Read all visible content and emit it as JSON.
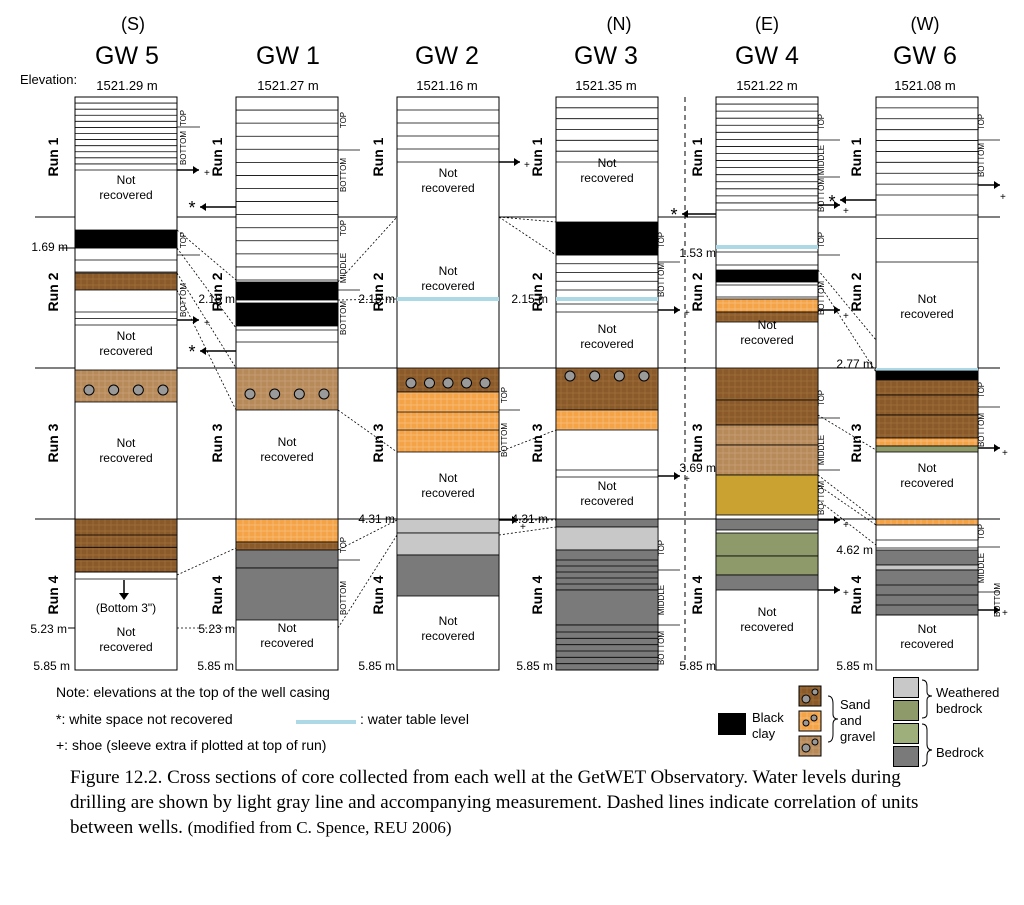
{
  "elevation_label": "Elevation:",
  "wells": [
    {
      "id": "gw5",
      "direction": "(S)",
      "name": "GW 5",
      "elevation": "1521.29 m",
      "bottom": "5.85 m"
    },
    {
      "id": "gw1",
      "direction": "",
      "name": "GW 1",
      "elevation": "1521.27 m",
      "bottom": "5.85 m"
    },
    {
      "id": "gw2",
      "direction": "",
      "name": "GW 2",
      "elevation": "1521.16 m",
      "bottom": "5.85 m"
    },
    {
      "id": "gw3",
      "direction": "(N)",
      "name": "GW 3",
      "elevation": "1521.35 m",
      "bottom": "5.85 m"
    },
    {
      "id": "gw4",
      "direction": "(E)",
      "name": "GW 4",
      "elevation": "1521.22 m",
      "bottom": "5.85 m"
    },
    {
      "id": "gw6",
      "direction": "(W)",
      "name": "GW 6",
      "elevation": "1521.08 m",
      "bottom": "5.85 m"
    }
  ],
  "runs": [
    "Run 1",
    "Run 2",
    "Run 3",
    "Run 4"
  ],
  "segment_labels": {
    "top": "TOP",
    "middle": "MIDDLE",
    "bottom": "BOTTOM"
  },
  "not_recovered": [
    "Not",
    "recovered"
  ],
  "depth_marks": {
    "gw5_a": "1.69 m",
    "gw5_b": "2.15 m",
    "gw5_c": "5.23 m",
    "gw2_a": "2.15 m",
    "gw2_b": "4.31 m",
    "gw3_a": "2.15 m",
    "gw3_b": "4.31 m",
    "gw4_a": "1.53 m",
    "gw4_b": "3.69 m",
    "gw4_c": "5.85 m",
    "gw6_a": "2.77 m",
    "gw6_b": "4.62 m",
    "gw1_a": "5.23 m"
  },
  "bottom_note": "(Bottom 3\")",
  "symbols": {
    "star": "*",
    "plus": "+"
  },
  "notes": {
    "line1": "Note: elevations at the top of the well casing",
    "line2a": "*: white space not recovered",
    "line2b": ": water table level",
    "line3": "+: shoe (sleeve extra if plotted at top of run)"
  },
  "legend": {
    "black_clay": [
      "Black",
      "clay"
    ],
    "sand_gravel": [
      "Sand",
      "and",
      "gravel"
    ],
    "weathered": [
      "Weathered",
      "bedrock"
    ],
    "bedrock": "Bedrock"
  },
  "caption": {
    "main": "Figure 12.2.  Cross sections of core collected from each well at the GetWET Observatory.  Water levels during drilling are shown by light gray line and accompanying measurement.  Dashed lines indicate correlation of units between wells.  ",
    "credit": "(modified from C. Spence, REU 2006)"
  },
  "colors": {
    "brown": "#8B5A2B",
    "orange": "#F4A347",
    "black": "#000000",
    "gray_light": "#C8C8C8",
    "gray": "#7A7A7A",
    "olive": "#8E9A6A",
    "gold": "#C9A232",
    "water": "#ADD8E6"
  }
}
